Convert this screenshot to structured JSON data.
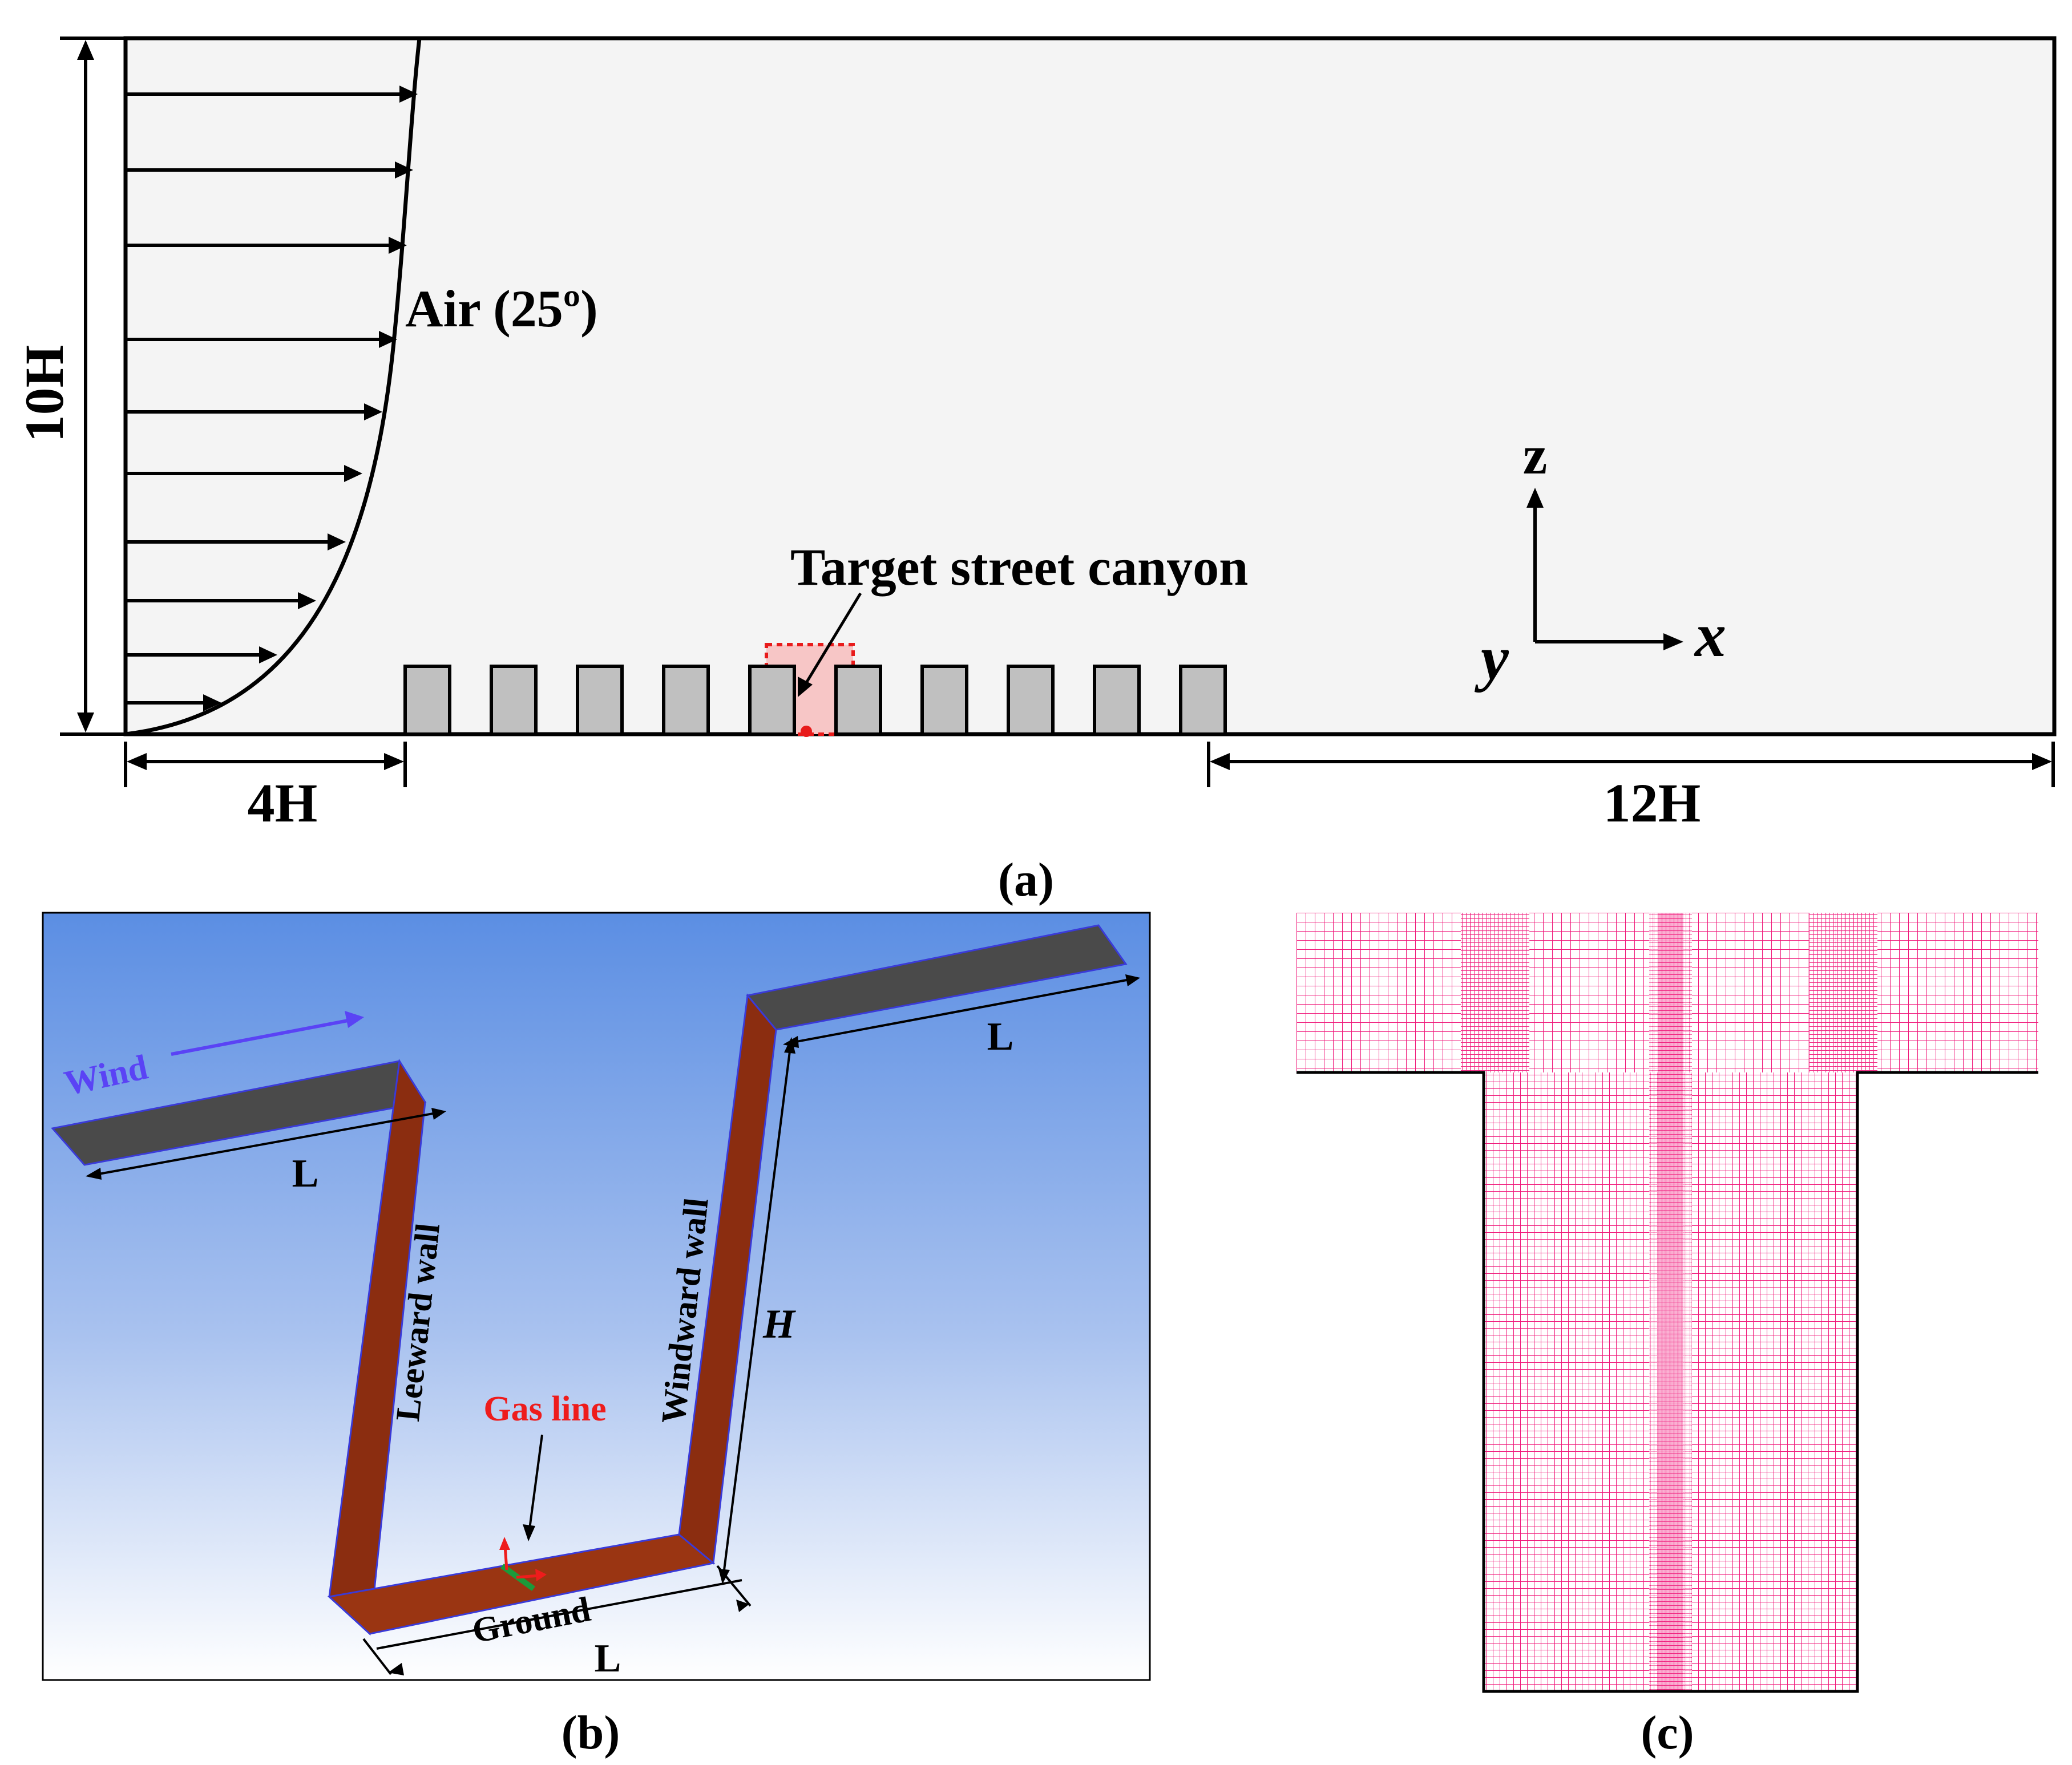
{
  "panel_a": {
    "height_label": "10H",
    "air_label": "Air (25º)",
    "target_label": "Target street canyon",
    "axis_z": "z",
    "axis_x": "x",
    "axis_y": "y",
    "upstream_label": "4H",
    "downstream_label": "12H",
    "caption": "(a)",
    "building_count": 10
  },
  "panel_b": {
    "wind_label": "Wind",
    "roof_left_label": "L",
    "roof_right_label": "L",
    "leeward_label": "Leeward wall",
    "windward_label": "Windward wall",
    "height_label": "H",
    "gas_label": "Gas line",
    "ground_label": "Ground",
    "ground_length_label": "L",
    "caption": "(b)"
  },
  "panel_c": {
    "caption": "(c)"
  },
  "colors": {
    "domain_fill": "#f4f4f4",
    "building_fill": "#c0c0c0",
    "target_highlight": "#f7c6c6",
    "target_border": "#e81b1b",
    "sky_top": "#5b8ee3",
    "sky_bottom": "#ffffff",
    "wall_brown": "#8b2d10",
    "roof_grey": "#4a4a4a",
    "wind_blue": "#5a43f5",
    "gas_red": "#ee1c1c",
    "mesh_pink": "#f0187a"
  }
}
